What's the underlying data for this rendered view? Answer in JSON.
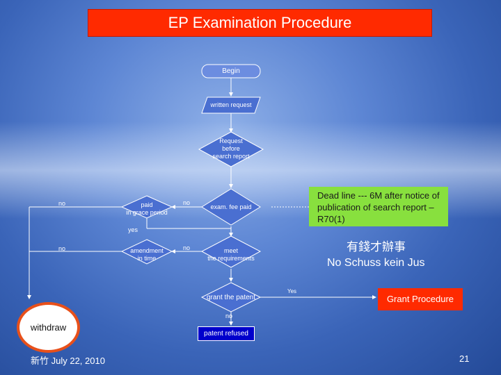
{
  "slide": {
    "title": "EP Examination Procedure",
    "footer_left": "新竹 July 22, 2010",
    "page_number": "21"
  },
  "flow": {
    "begin": "Begin",
    "written_request": "written request",
    "request_before_search": [
      "Request",
      "before",
      "search report"
    ],
    "exam_fee_paid": "exam. fee paid",
    "paid_grace": [
      "paid",
      "in grace period"
    ],
    "meet_requirements": [
      "meet",
      "the requirements"
    ],
    "amendment_in_time": [
      "amendment",
      "in time"
    ],
    "grant_the_patent": "grant the patent",
    "patent_refused": "patent refused",
    "withdraw": "withdraw",
    "grant_procedure": "Grant Procedure",
    "labels": {
      "no_left_1": "no",
      "no_left_2": "no",
      "no_mid_1": "no",
      "no_mid_2": "no",
      "yes_mid": "yes",
      "yes_right": "Yes",
      "no_bottom": "no"
    }
  },
  "note": {
    "text": "Dead line --- 6M after notice of publication of search report – R70(1)"
  },
  "sayings": {
    "chinese": "有錢才辦事",
    "german": "No Schuss kein Jus"
  },
  "colors": {
    "title_bg": "#ff2a00",
    "note_bg": "#88e03e",
    "refused_bg": "#0000cc",
    "withdraw_border": "#e8501a"
  }
}
